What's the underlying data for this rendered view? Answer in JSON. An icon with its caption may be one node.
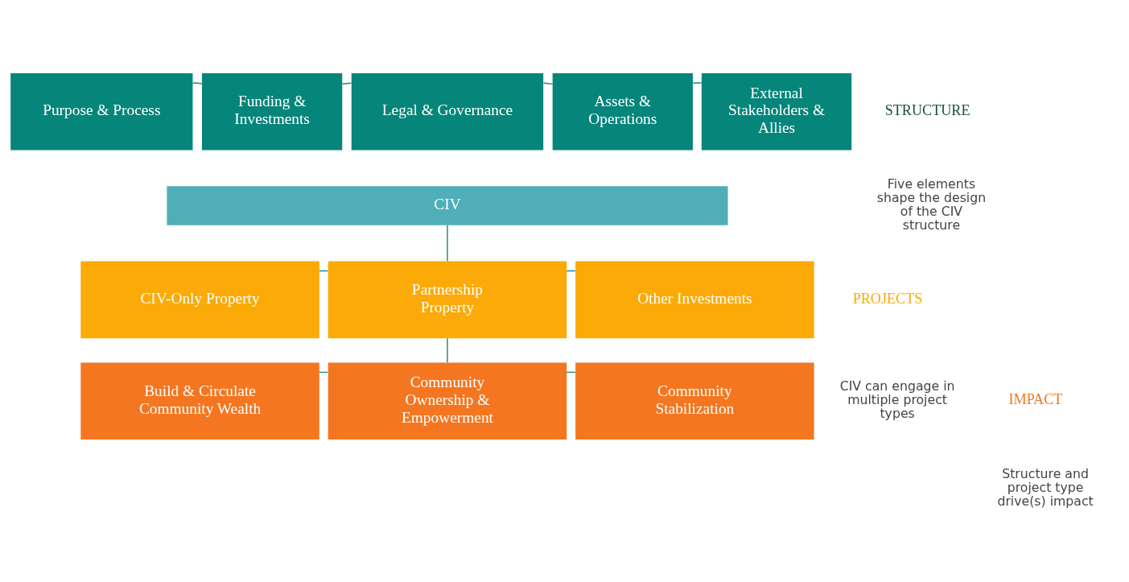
{
  "diagram": {
    "nodes": [
      {
        "text": [
          "Purpose & Process"
        ]
      },
      {
        "text": [
          "Funding & Investments"
        ]
      },
      {
        "text": [
          "Legal & Governance"
        ]
      },
      {
        "text": [
          "Assets & Operations"
        ]
      },
      {
        "text": [
          "External Stakeholders & Allies"
        ]
      },
      {
        "text": [
          "CIV"
        ]
      },
      {
        "text": [
          "CIV-Only Property"
        ]
      },
      {
        "text": [
          "Partnership Property"
        ]
      },
      {
        "text": [
          "Other Investments"
        ]
      },
      {
        "text": [
          "Build & Circulate Community Wealth"
        ]
      },
      {
        "text": [
          "Community Ownership & Empowerment"
        ]
      },
      {
        "text": [
          "Community Stabilization"
        ]
      }
    ],
    "edges": [
      {
        "from": 0,
        "to": 1,
        "arrow": "none"
      },
      {
        "from": 1,
        "to": 2,
        "arrow": "none"
      },
      {
        "from": 2,
        "to": 3,
        "arrow": "none"
      },
      {
        "from": 3,
        "to": 4,
        "arrow": "none"
      },
      {
        "from": 5,
        "to": 7,
        "arrow": "none"
      },
      {
        "from": 6,
        "to": 7,
        "arrow": "none"
      },
      {
        "from": 7,
        "to": 8,
        "arrow": "none"
      },
      {
        "from": 7,
        "to": 10,
        "arrow": "none"
      },
      {
        "from": 9,
        "to": 10,
        "arrow": "none"
      },
      {
        "from": 10,
        "to": 11,
        "arrow": "none"
      }
    ],
    "labels": [
      "STRUCTURE",
      "Five elements shape the design of the CIV structure",
      "PROJECTS",
      "CIV can engage in multiple project types",
      "IMPACT",
      "Structure and project type drive(s) impact"
    ]
  }
}
